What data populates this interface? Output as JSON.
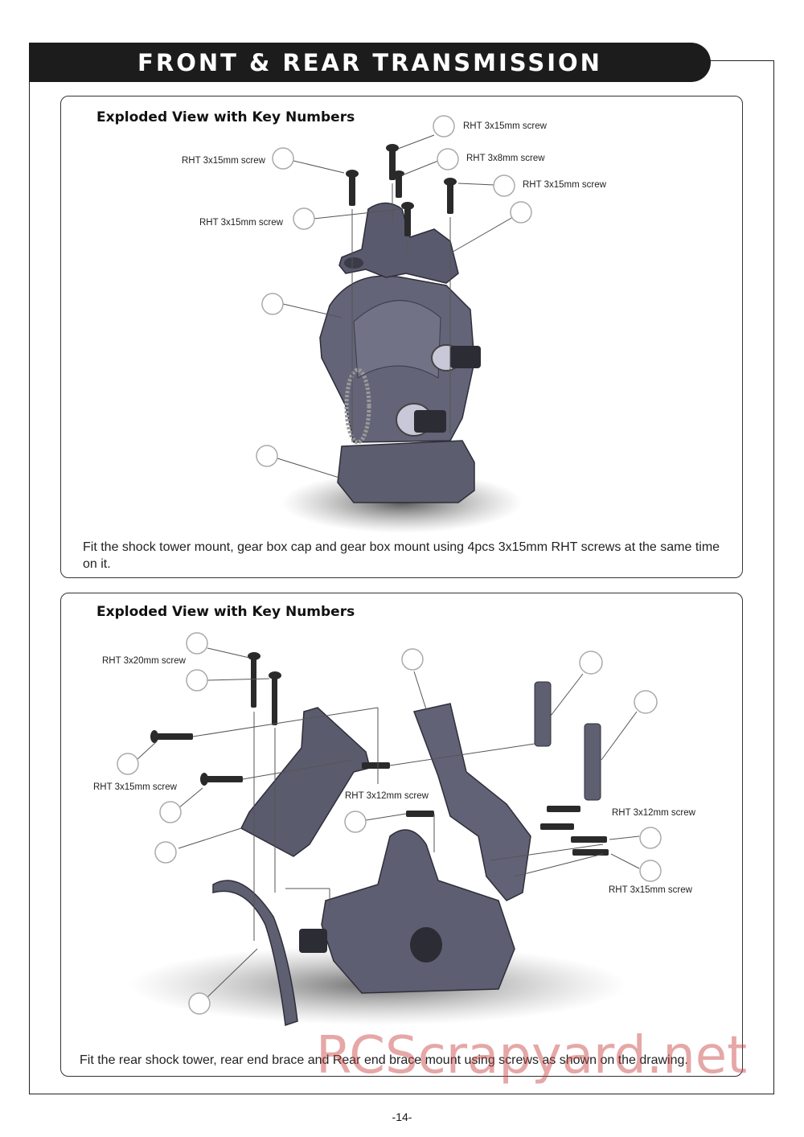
{
  "header": {
    "title": "FRONT & REAR TRANSMISSION"
  },
  "panel1": {
    "heading": "Exploded View with Key Numbers",
    "labels": [
      "RHT 3x15mm screw",
      "RHT 3x15mm screw",
      "RHT 3x8mm screw",
      "RHT 3x15mm screw",
      "RHT 3x15mm screw"
    ],
    "caption": "Fit the shock tower mount, gear box cap and gear box mount using 4pcs 3x15mm RHT screws at the same time on it."
  },
  "panel2": {
    "heading": "Exploded View with Key Numbers",
    "labels": [
      "RHT 3x20mm screw",
      "RHT 3x15mm screw",
      "RHT 3x12mm screw",
      "RHT 3x12mm screw",
      "RHT 3x15mm screw"
    ],
    "caption": "Fit the rear shock tower, rear end brace and Rear end brace mount using screws as shown on the drawing."
  },
  "footer": {
    "page": "-14-"
  },
  "watermark": "RCScrapyard.net",
  "colors": {
    "part": "#5e5e72",
    "part_dark": "#3d3d4e",
    "bar": "#1c1c1c"
  }
}
